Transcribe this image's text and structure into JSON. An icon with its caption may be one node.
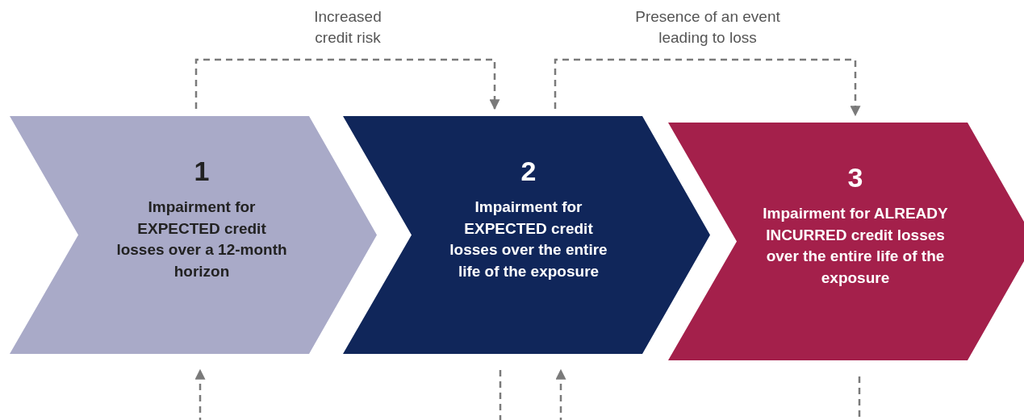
{
  "diagram": {
    "nodes": [
      {
        "text": [
          "1",
          "Impairment for EXPECTED credit losses over a 12-month horizon"
        ]
      },
      {
        "text": [
          "2",
          "Impairment for EXPECTED credit losses over the entire life of the exposure"
        ]
      },
      {
        "text": [
          "3",
          "Impairment for ALREADY INCURRED credit losses over the entire life of the exposure"
        ]
      }
    ],
    "edges": [
      {
        "from": 0,
        "to": 1,
        "arrow": "to",
        "label": "Increased credit risk",
        "style": "dashed"
      },
      {
        "from": 1,
        "to": 2,
        "arrow": "to",
        "label": "Presence of an event leading to loss",
        "style": "dashed"
      },
      {
        "from": 1,
        "to": null,
        "arrow": "none",
        "style": "dashed"
      },
      {
        "from": null,
        "to": 0,
        "arrow": "to",
        "style": "dashed"
      },
      {
        "from": 2,
        "to": null,
        "arrow": "none",
        "style": "dashed"
      },
      {
        "from": null,
        "to": 1,
        "arrow": "to",
        "style": "dashed"
      }
    ]
  }
}
